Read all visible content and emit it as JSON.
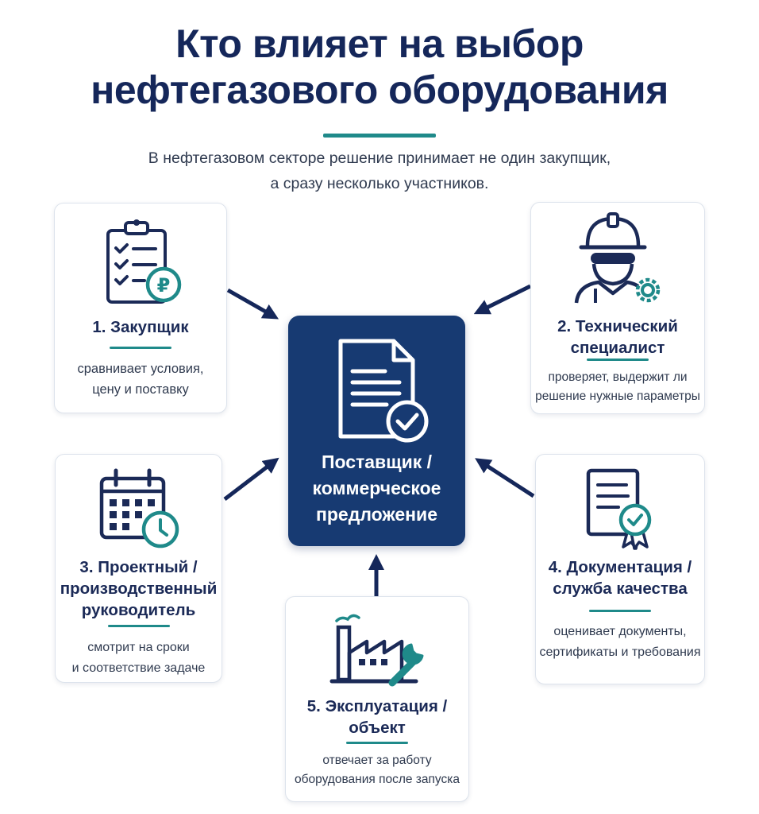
{
  "title": {
    "line1": "Кто влияет на выбор",
    "line2": "нефтегазового оборудования"
  },
  "subtitle": {
    "line1": "В нефтегазовом секторе решение принимает не один закупщик,",
    "line2": "а сразу несколько участников."
  },
  "center": {
    "line1": "Поставщик /",
    "line2": "коммерческое",
    "line3": "предложение",
    "icon": "document-check-icon"
  },
  "participants": [
    {
      "heading_lines": [
        "1. Закупщик"
      ],
      "desc_lines": [
        "сравнивает условия,",
        "цену и поставку"
      ],
      "icon": "clipboard-ruble-icon"
    },
    {
      "heading_lines": [
        "2. Технический",
        "специалист"
      ],
      "desc_lines": [
        "проверяет, выдержит ли",
        "решение нужные параметры"
      ],
      "icon": "engineer-gear-icon"
    },
    {
      "heading_lines": [
        "3. Проектный /",
        "производственный",
        "руководитель"
      ],
      "desc_lines": [
        "смотрит на сроки",
        "и соответствие задаче"
      ],
      "icon": "calendar-clock-icon"
    },
    {
      "heading_lines": [
        "4. Документация /",
        "служба качества"
      ],
      "desc_lines": [
        "оценивает документы,",
        "сертификаты и требования"
      ],
      "icon": "certificate-icon"
    },
    {
      "heading_lines": [
        "5. Эксплуатация /",
        "объект"
      ],
      "desc_lines": [
        "отвечает за работу",
        "оборудования после запуска"
      ],
      "icon": "factory-wrench-icon"
    }
  ],
  "colors": {
    "navy": "#173a72",
    "title": "#15275a",
    "teal": "#1f8a8a",
    "text": "#2f3a4f"
  }
}
